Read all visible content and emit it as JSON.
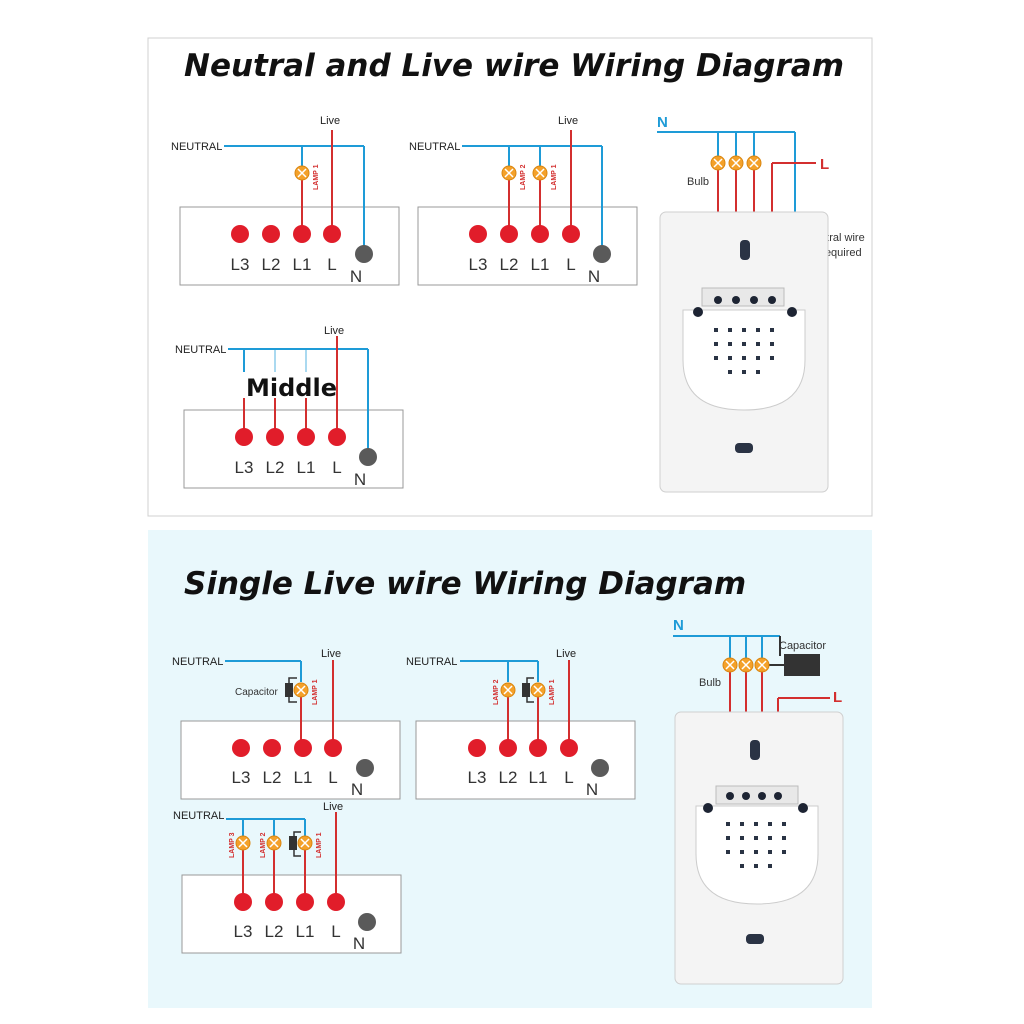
{
  "colors": {
    "neutral": "#1e9bd7",
    "live": "#d32f2f",
    "bulb": "#f4a12a",
    "terminal_l": "#e11d2a",
    "terminal_n": "#555555",
    "bottom_bg": "#e9f8fc"
  },
  "top": {
    "title": "Neutral and Live wire Wiring Diagram",
    "d1": {
      "neutral": "NEUTRAL",
      "live": "Live",
      "lamp1": "LAMP 1",
      "t_l3": "L3",
      "t_l2": "L2",
      "t_l1": "L1",
      "t_l": "L",
      "t_n": "N"
    },
    "d2": {
      "neutral": "NEUTRAL",
      "live": "Live",
      "lamp1": "LAMP 1",
      "lamp2": "LAMP 2",
      "t_l3": "L3",
      "t_l2": "L2",
      "t_l1": "L1",
      "t_l": "L",
      "t_n": "N"
    },
    "d3": {
      "neutral": "NEUTRAL",
      "live": "Live",
      "middle": "Middle",
      "t_l3": "L3",
      "t_l2": "L2",
      "t_l1": "L1",
      "t_l": "L",
      "t_n": "N"
    },
    "photo": {
      "n": "N",
      "l": "L",
      "bulb": "Bulb",
      "note1": "Neutral wire",
      "note2": "is Required"
    }
  },
  "bottom": {
    "title": "Single Live wire Wiring Diagram",
    "d1": {
      "neutral": "NEUTRAL",
      "live": "Live",
      "capacitor": "Capacitor",
      "lamp1": "LAMP 1",
      "t_l3": "L3",
      "t_l2": "L2",
      "t_l1": "L1",
      "t_l": "L",
      "t_n": "N"
    },
    "d2": {
      "neutral": "NEUTRAL",
      "live": "Live",
      "lamp1": "LAMP 1",
      "lamp2": "LAMP 2",
      "t_l3": "L3",
      "t_l2": "L2",
      "t_l1": "L1",
      "t_l": "L",
      "t_n": "N"
    },
    "d3": {
      "neutral": "NEUTRAL",
      "live": "Live",
      "lamp1": "LAMP 1",
      "lamp2": "LAMP 2",
      "lamp3": "LAMP 3",
      "t_l3": "L3",
      "t_l2": "L2",
      "t_l1": "L1",
      "t_l": "L",
      "t_n": "N"
    },
    "photo": {
      "n": "N",
      "l": "L",
      "bulb": "Bulb",
      "capacitor": "Capacitor"
    }
  }
}
